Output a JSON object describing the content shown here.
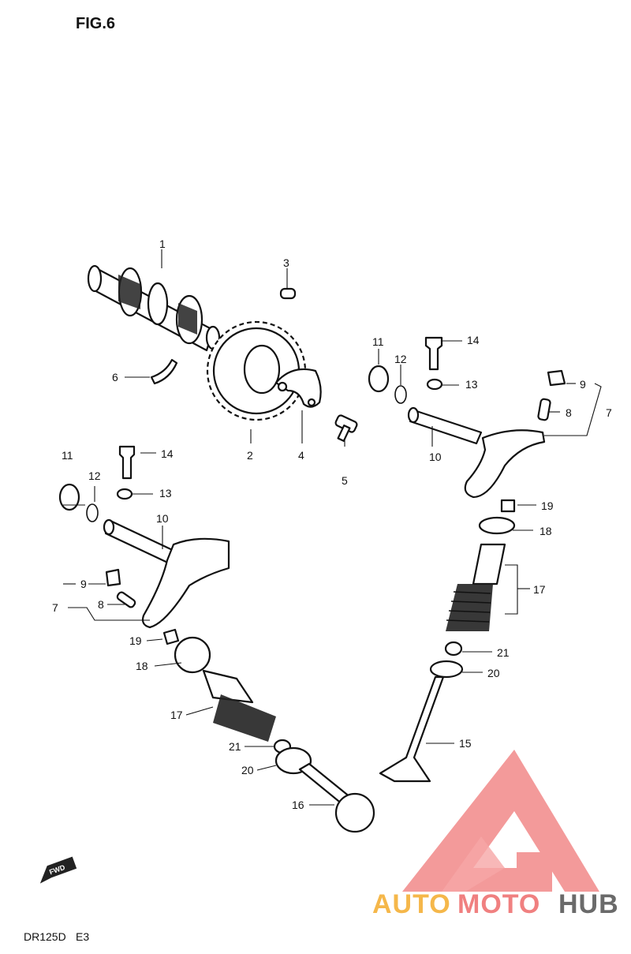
{
  "figure": {
    "title": "FIG.6",
    "model": "DR125D",
    "region": "E3",
    "fwd": "FWD"
  },
  "labels": {
    "l1": "1",
    "l2": "2",
    "l3": "3",
    "l4": "4",
    "l5": "5",
    "l6": "6",
    "l7a": "7",
    "l8a": "8",
    "l9a": "9",
    "l10a": "10",
    "l11a": "11",
    "l12a": "12",
    "l13a": "13",
    "l14a": "14",
    "l7b": "7",
    "l8b": "8",
    "l9b": "9",
    "l10b": "10",
    "l11b": "11",
    "l12b": "12",
    "l13b": "13",
    "l14b": "14",
    "l15": "15",
    "l16": "16",
    "l17a": "17",
    "l18a": "18",
    "l19a": "19",
    "l20a": "20",
    "l21a": "21",
    "l17b": "17",
    "l18b": "18",
    "l19b": "19",
    "l20b": "20",
    "l21b": "21"
  },
  "watermark": {
    "part1": "AUTO",
    "part2": "MOTO",
    "part3": "HUB",
    "colors": {
      "auto": "#f5b74a",
      "moto": "#f08080",
      "hub": "#6a6a6a",
      "triangle": "#f28f8f"
    }
  }
}
